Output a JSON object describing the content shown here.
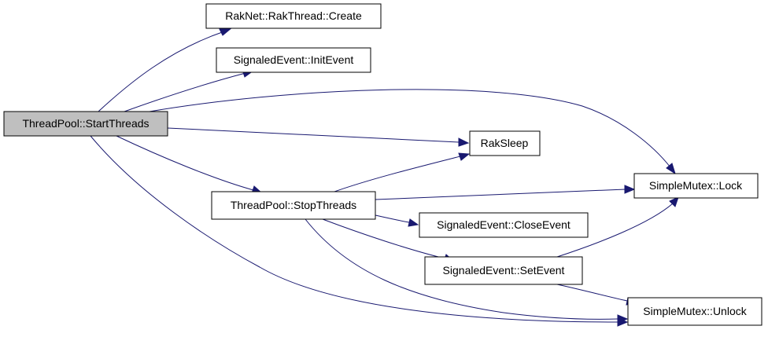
{
  "colors": {
    "edge": "#191970",
    "node_fill": "#ffffff",
    "root_fill": "#bfbfbf",
    "border": "#000000"
  },
  "nodes": {
    "start_threads": {
      "label": "ThreadPool::StartThreads"
    },
    "rak_thread_create": {
      "label": "RakNet::RakThread::Create"
    },
    "init_event": {
      "label": "SignaledEvent::InitEvent"
    },
    "rak_sleep": {
      "label": "RakSleep"
    },
    "stop_threads": {
      "label": "ThreadPool::StopThreads"
    },
    "mutex_lock": {
      "label": "SimpleMutex::Lock"
    },
    "close_event": {
      "label": "SignaledEvent::CloseEvent"
    },
    "set_event": {
      "label": "SignaledEvent::SetEvent"
    },
    "mutex_unlock": {
      "label": "SimpleMutex::Unlock"
    }
  },
  "edges": [
    {
      "from": "start_threads",
      "to": "rak_thread_create"
    },
    {
      "from": "start_threads",
      "to": "init_event"
    },
    {
      "from": "start_threads",
      "to": "mutex_lock"
    },
    {
      "from": "start_threads",
      "to": "rak_sleep"
    },
    {
      "from": "start_threads",
      "to": "stop_threads"
    },
    {
      "from": "start_threads",
      "to": "mutex_unlock"
    },
    {
      "from": "stop_threads",
      "to": "rak_sleep"
    },
    {
      "from": "stop_threads",
      "to": "mutex_lock"
    },
    {
      "from": "stop_threads",
      "to": "close_event"
    },
    {
      "from": "stop_threads",
      "to": "set_event"
    },
    {
      "from": "stop_threads",
      "to": "mutex_unlock"
    },
    {
      "from": "set_event",
      "to": "mutex_lock"
    },
    {
      "from": "set_event",
      "to": "mutex_unlock"
    }
  ]
}
